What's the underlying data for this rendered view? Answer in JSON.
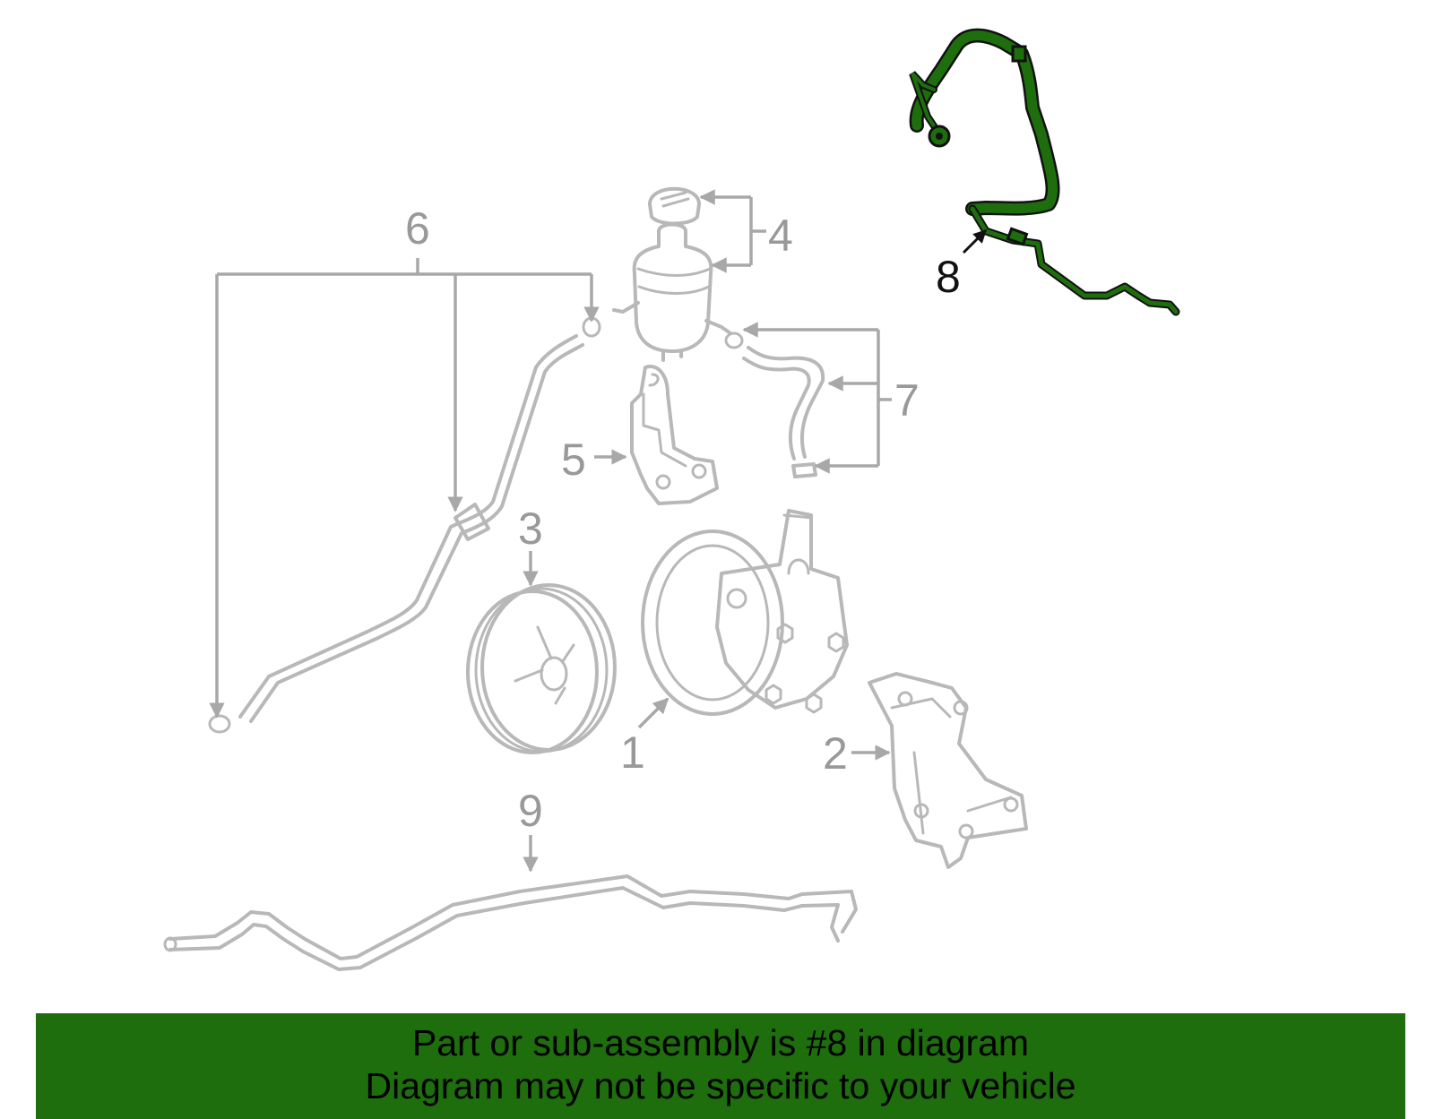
{
  "diagram": {
    "colors": {
      "highlight": "#1e6e0e",
      "outline": "#b8b8b8",
      "callout": "#999999"
    },
    "callouts": [
      {
        "id": "1",
        "label": "1"
      },
      {
        "id": "2",
        "label": "2"
      },
      {
        "id": "3",
        "label": "3"
      },
      {
        "id": "4",
        "label": "4"
      },
      {
        "id": "5",
        "label": "5"
      },
      {
        "id": "6",
        "label": "6"
      },
      {
        "id": "7",
        "label": "7"
      },
      {
        "id": "8",
        "label": "8",
        "highlighted": true
      },
      {
        "id": "9",
        "label": "9"
      }
    ]
  },
  "banner": {
    "line1": "Part or sub-assembly is #8 in diagram",
    "line2": "Diagram may not be specific to your vehicle",
    "background": "#1e6e0e"
  }
}
